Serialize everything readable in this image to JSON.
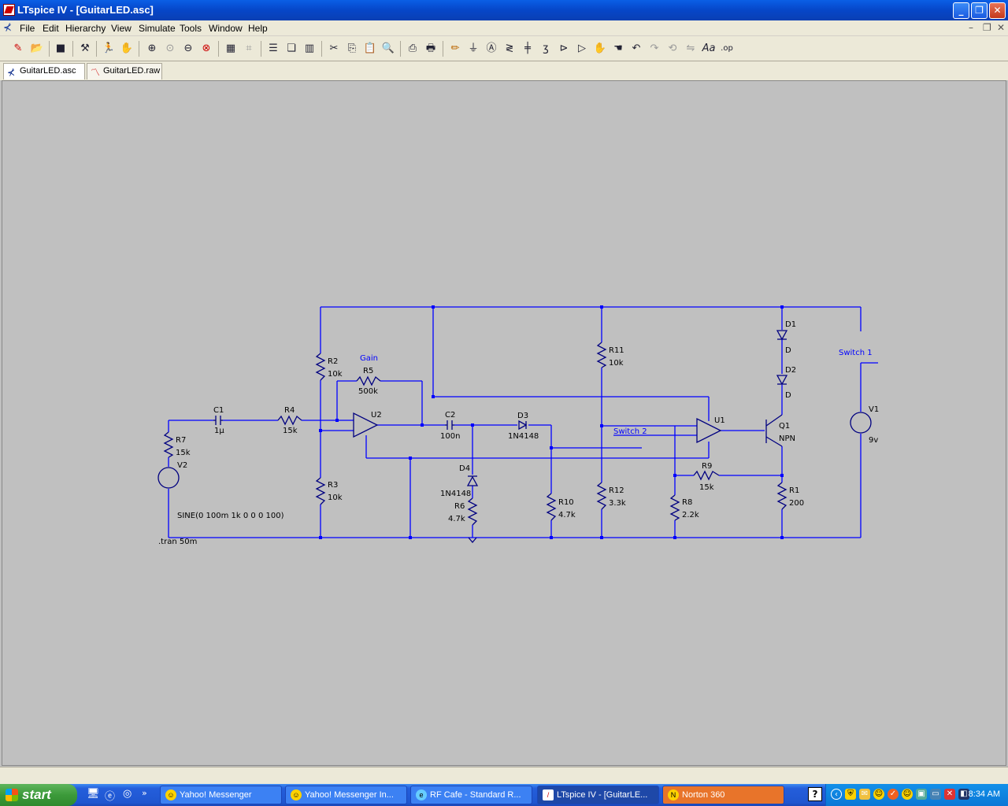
{
  "window": {
    "title": "LTspice IV - [GuitarLED.asc]"
  },
  "menu": [
    "File",
    "Edit",
    "Hierarchy",
    "View",
    "Simulate",
    "Tools",
    "Window",
    "Help"
  ],
  "tabs": [
    {
      "label": "GuitarLED.asc",
      "active": true
    },
    {
      "label": "GuitarLED.raw",
      "active": false
    }
  ],
  "schematic": {
    "colors": {
      "wire": "#0000ff",
      "component": "#000080",
      "background": "#c0c0c0"
    },
    "labels": {
      "gain": "Gain",
      "switch1": "Switch 1",
      "switch2": "Switch 2",
      "sine": "SINE(0 100m 1k 0 0 0 100)",
      "tran": ".tran 50m"
    },
    "components": {
      "R7": {
        "name": "R7",
        "value": "15k"
      },
      "V2": {
        "name": "V2"
      },
      "C1": {
        "name": "C1",
        "value": "1µ"
      },
      "R4": {
        "name": "R4",
        "value": "15k"
      },
      "R2": {
        "name": "R2",
        "value": "10k"
      },
      "R3": {
        "name": "R3",
        "value": "10k"
      },
      "R5": {
        "name": "R5",
        "value": "500k"
      },
      "U2": {
        "name": "U2"
      },
      "C2": {
        "name": "C2",
        "value": "100n"
      },
      "D3": {
        "name": "D3",
        "value": "1N4148"
      },
      "D4": {
        "name": "D4",
        "value": "1N4148"
      },
      "R6": {
        "name": "R6",
        "value": "4.7k"
      },
      "R10": {
        "name": "R10",
        "value": "4.7k"
      },
      "R11": {
        "name": "R11",
        "value": "10k"
      },
      "R12": {
        "name": "R12",
        "value": "3.3k"
      },
      "U1": {
        "name": "U1"
      },
      "R9": {
        "name": "R9",
        "value": "15k"
      },
      "R8": {
        "name": "R8",
        "value": "2.2k"
      },
      "D1": {
        "name": "D1",
        "value": "D"
      },
      "D2": {
        "name": "D2",
        "value": "D"
      },
      "Q1": {
        "name": "Q1",
        "value": "NPN"
      },
      "R1": {
        "name": "R1",
        "value": "200"
      },
      "V1": {
        "name": "V1",
        "value": "9v"
      }
    }
  },
  "taskbar": {
    "start": "start",
    "tasks": [
      "Yahoo! Messenger",
      "Yahoo! Messenger In...",
      "RF Cafe - Standard R...",
      "LTspice IV - [GuitarLE...",
      "Norton 360"
    ],
    "clock": "8:34 AM"
  }
}
